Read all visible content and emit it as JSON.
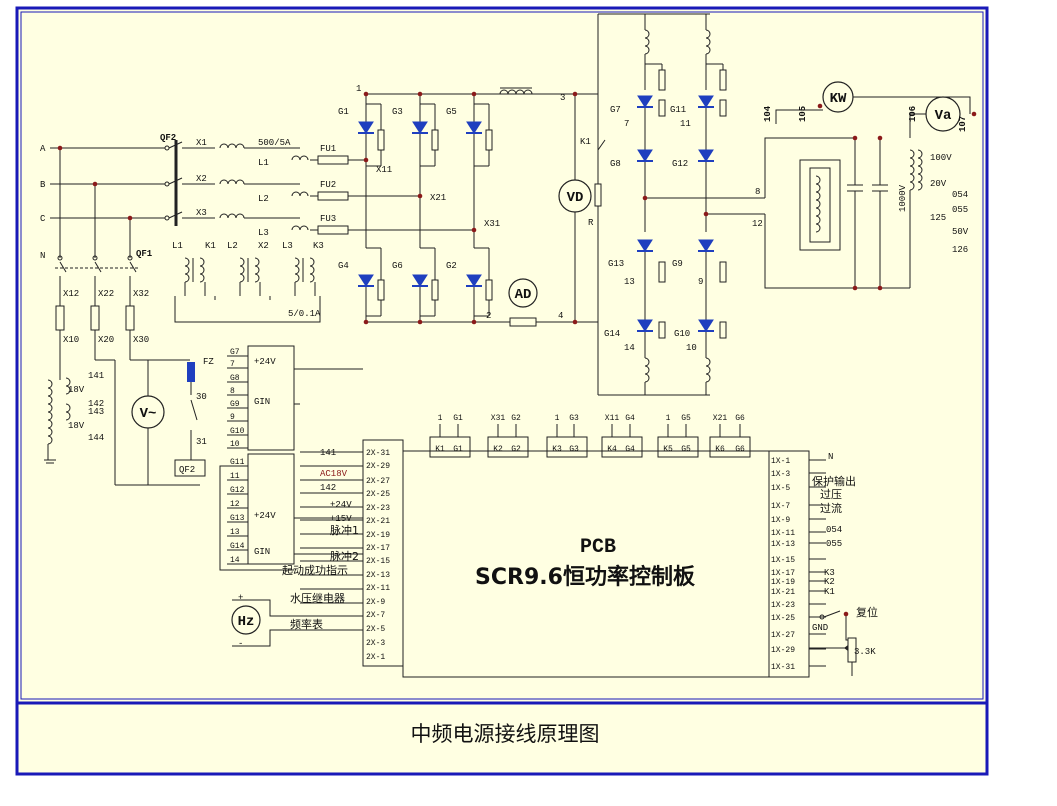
{
  "caption": "中频电源接线原理图",
  "board": {
    "tag": "PCB",
    "name": "SCR9.6恒功率控制板"
  },
  "meters": {
    "vd": "VD",
    "ad": "AD",
    "v": "V~",
    "hz": "Hz",
    "kw": "KW",
    "va": "Va"
  },
  "supply": {
    "phases": [
      "A",
      "B",
      "C",
      "N"
    ],
    "qf1": "QF1",
    "qf2": "QF2",
    "x_top": [
      "X1",
      "X2",
      "X3"
    ],
    "x_mid": [
      "X12",
      "X22",
      "X32"
    ],
    "x_bot": [
      "X10",
      "X20",
      "X30"
    ],
    "ct_rating": "500/5A",
    "l_labels": [
      "L1",
      "L2",
      "L3"
    ],
    "fuses": [
      "FU1",
      "FU2",
      "FU3"
    ],
    "trans_labels": [
      "L1",
      "K1",
      "L2",
      "X2",
      "L3",
      "K3"
    ],
    "trans_ratio": "5/0.1A",
    "fz": "FZ",
    "n30": "30",
    "n31": "31",
    "qf2b": "QF2"
  },
  "aux_tx": {
    "taps": [
      "141",
      "18V",
      "142",
      "143",
      "18V",
      "144"
    ]
  },
  "rectifier": {
    "scr_top": [
      "G1",
      "G3",
      "G5"
    ],
    "scr_bot": [
      "G4",
      "G6",
      "G2"
    ],
    "nodes": [
      "X11",
      "X21",
      "X31"
    ],
    "n1": "1",
    "n2": "2",
    "n3": "3",
    "n4": "4"
  },
  "inverter": {
    "labels": [
      "G7",
      "G11",
      "G8",
      "G12",
      "G13",
      "G9",
      "G14",
      "G10"
    ],
    "nums": [
      "7",
      "11",
      "13",
      "9",
      "14",
      "10"
    ],
    "k1": "K1",
    "r": "R",
    "n8": "8",
    "n12": "12"
  },
  "output": {
    "w104": "104",
    "w105": "105",
    "w106": "106",
    "w107": "107",
    "v1000": "1000V",
    "taps": [
      "100V",
      "20V",
      "054",
      "055",
      "125",
      "50V",
      "126"
    ]
  },
  "pulse_tx": {
    "pins1": [
      "G7",
      "7",
      "G8",
      "8",
      "G9",
      "9",
      "G10",
      "10"
    ],
    "pins2": [
      "G11",
      "11",
      "G12",
      "12",
      "G13",
      "13",
      "G14",
      "14"
    ],
    "v24": "+24V",
    "gin": "GIN"
  },
  "gate_conn": {
    "top": [
      "1",
      "G1",
      "X31",
      "G2",
      "1",
      "G3",
      "X11",
      "G4",
      "1",
      "G5",
      "X21",
      "G6"
    ],
    "box": [
      "K1",
      "G1",
      "K2",
      "G2",
      "K3",
      "G3",
      "K4",
      "G4",
      "K5",
      "G5",
      "K6",
      "G6"
    ]
  },
  "left_conn": {
    "pins": [
      "2X-31",
      "2X-29",
      "2X-27",
      "2X-25",
      "2X-23",
      "2X-21",
      "2X-19",
      "2X-17",
      "2X-15",
      "2X-13",
      "2X-11",
      "2X-9",
      "2X-7",
      "2X-5",
      "2X-3",
      "2X-1"
    ],
    "wires": [
      "141",
      "AC18V",
      "142",
      "+24V",
      "+15V",
      "脉冲1",
      "脉冲2",
      "起动成功指示",
      "水压继电器",
      "频率表"
    ],
    "pm_plus": "+",
    "pm_minus": "-"
  },
  "right_conn": {
    "pins": [
      "1X-1",
      "1X-3",
      "1X-5",
      "1X-7",
      "1X-9",
      "1X-11",
      "1X-13",
      "1X-15",
      "1X-17",
      "1X-19",
      "1X-21",
      "1X-23",
      "1X-25",
      "1X-27",
      "1X-29",
      "1X-31"
    ],
    "labels": [
      "N",
      "保护输出",
      "过压",
      "过流",
      "054",
      "055",
      "K3",
      "K2",
      "K1",
      "复位",
      "GND",
      "3.3K"
    ]
  }
}
